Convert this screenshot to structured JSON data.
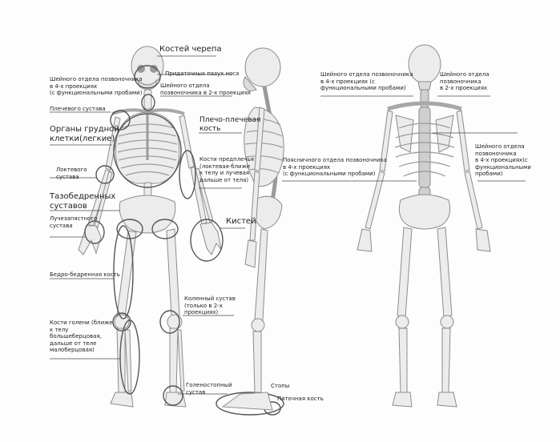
{
  "labels": {
    "skull": "Костей черепа",
    "sinuses": "Придаточных пазух носа",
    "cervical_front": "Шейного отдела позвоночника\nв 4-х проекциях\n(с функциональными пробами)",
    "cervical_2proj": "Шейного отдела\nпозвоночника в 2-х проекциях",
    "shoulder_joint": "Плечевого сустава",
    "chest": "Органы грудной\nклетки(легкие)",
    "humerus": "Плечо-плечевая\nкость",
    "forearm": "Кости предплечья\n(локтевая-ближе\nк телу и лучевая\nдальше от тела)",
    "elbow": "Локтевого\nсустава",
    "hip": "Тазобедренных\nсуставов",
    "wrist": "Лучезапястного\nсустава",
    "hands": "Кистей",
    "femur": "Бедро-бедренная кость",
    "knee": "Коленный сустав\n(только в 2-х\nпроекциях)",
    "shin": "Кости голени (ближе\nк телу\nбольшеберцовая,\nдальше от теле\nмалоберцовая)",
    "ankle": "Голеностопный\nсустав",
    "feet": "Стопы",
    "heel": "Пяточная кость",
    "back_cervical_4": "Шейного отдела позвоночника\nв 4-х проекциях (с\nфункциональными пробами)",
    "back_cervical_2": "Шейного отдела\nпозвоночника\nв 2-х проекциях",
    "back_lumbar": "Поясничного отдела позвоночника\nв 4-х проекциях\n(с функциональными пробами)",
    "back_thoracic": "Шейного отдела\nпозвоночника\nв 4-х проекциях(с\nфункциональными\nпробами)"
  },
  "colors": {
    "bone_fill": "#ececec",
    "bone_stroke": "#8c8c8c",
    "bone_shadow": "#d2d2d2",
    "highlight": "#555555",
    "leader": "#4a4a4a"
  }
}
